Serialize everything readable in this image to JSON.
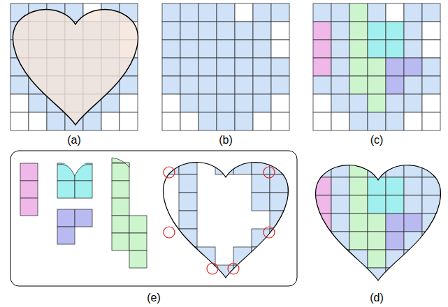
{
  "diagram": {
    "labels": [
      "(a)",
      "(b)",
      "(c)",
      "(e)",
      "(d)"
    ]
  }
}
